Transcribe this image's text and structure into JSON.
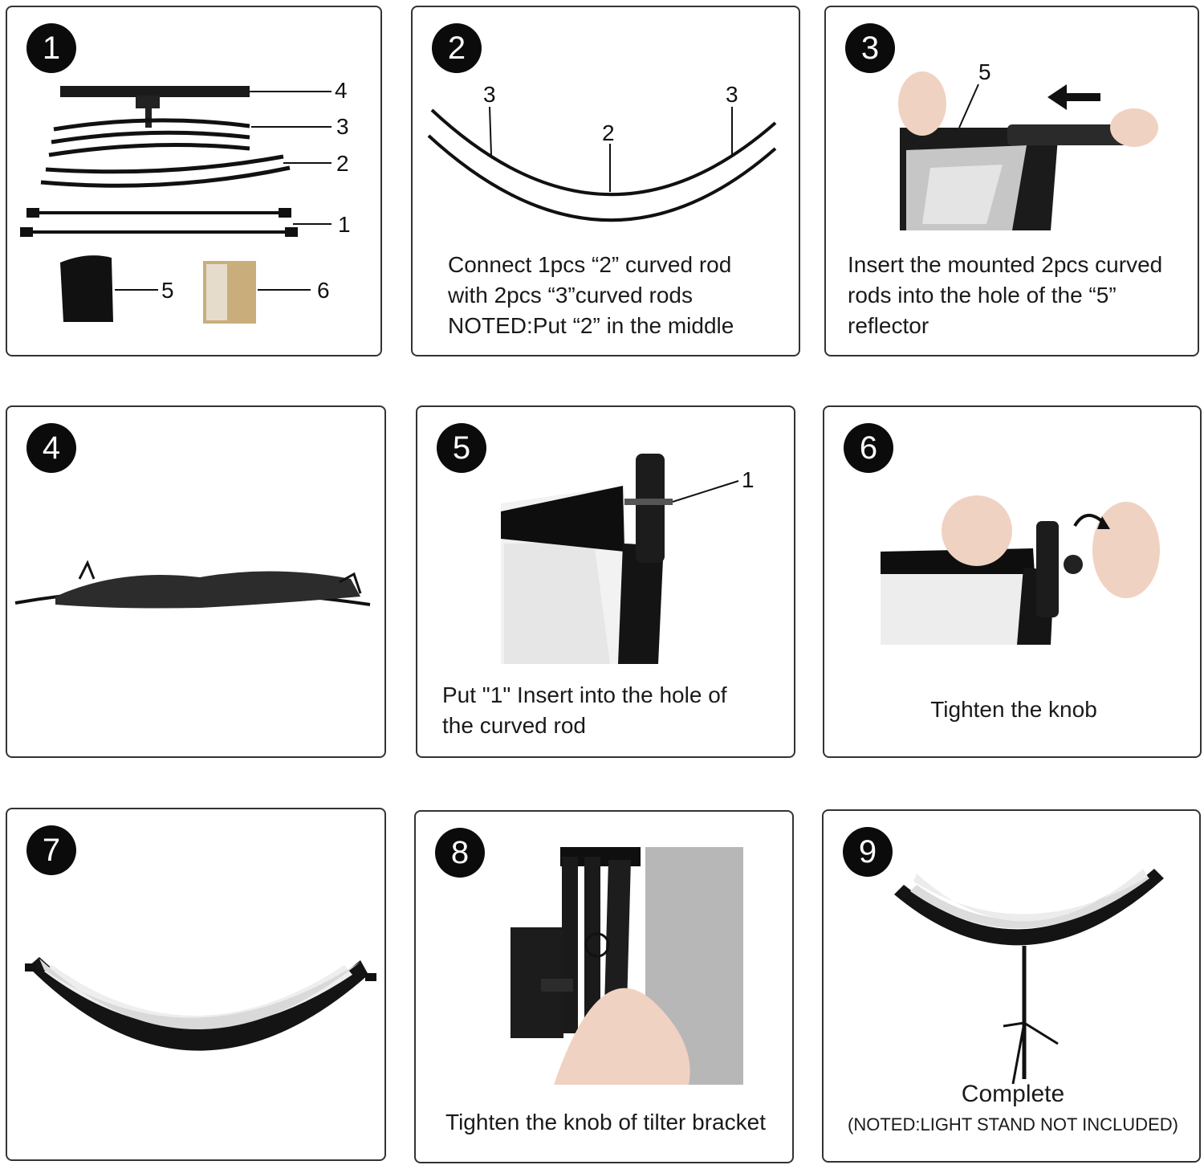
{
  "steps": [
    {
      "number": "1",
      "part_labels": [
        "4",
        "3",
        "2",
        "1",
        "5",
        "6"
      ],
      "caption": []
    },
    {
      "number": "2",
      "part_labels": [
        "3",
        "3",
        "2"
      ],
      "caption": [
        "Connect 1pcs “2” curved rod",
        "with 2pcs “3”curved rods",
        "NOTED:Put “2” in the middle"
      ]
    },
    {
      "number": "3",
      "part_labels": [
        "5"
      ],
      "caption": [
        "Insert the mounted 2pcs curved",
        "rods into the hole of the “5”",
        "reflector"
      ]
    },
    {
      "number": "4",
      "part_labels": [],
      "caption": []
    },
    {
      "number": "5",
      "part_labels": [
        "1"
      ],
      "caption": [
        "Put \"1\" Insert into the hole of",
        "the curved rod"
      ]
    },
    {
      "number": "6",
      "part_labels": [],
      "caption": [
        "Tighten the knob"
      ]
    },
    {
      "number": "7",
      "part_labels": [],
      "caption": []
    },
    {
      "number": "8",
      "part_labels": [],
      "caption": [
        "Tighten the knob of tilter bracket"
      ]
    },
    {
      "number": "9",
      "part_labels": [],
      "caption": [
        "Complete",
        "(NOTED:LIGHT STAND NOT INCLUDED)"
      ]
    }
  ]
}
